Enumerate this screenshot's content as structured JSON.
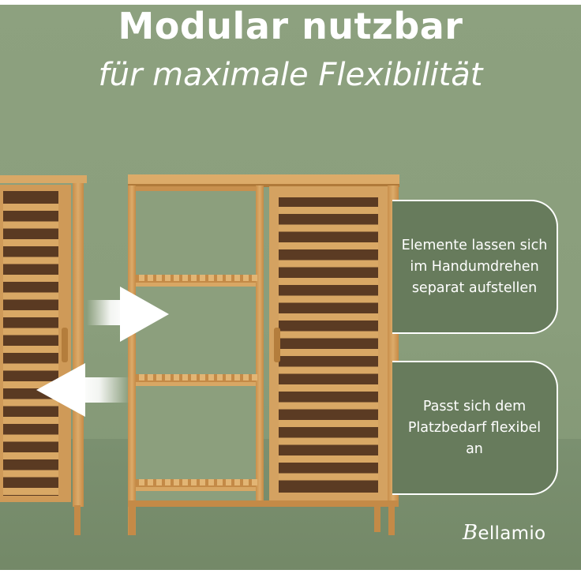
{
  "headline": {
    "title": "Modular nutzbar",
    "subtitle": "für maximale Flexibilität"
  },
  "features": [
    {
      "text": "Elemente lassen sich im Handumdrehen separat aufstellen"
    },
    {
      "text": "Passt sich dem Platzbedarf flexibel an"
    }
  ],
  "brand": {
    "initial": "B",
    "rest": "ellamio"
  },
  "colors": {
    "background": "#8a9e7c",
    "box": "#677b5c",
    "text": "#ffffff",
    "bamboo": "#d6a662",
    "bamboo_dark": "#a8773a"
  },
  "icons": {
    "arrow_right": "arrow-right-icon",
    "arrow_left": "arrow-left-icon"
  }
}
